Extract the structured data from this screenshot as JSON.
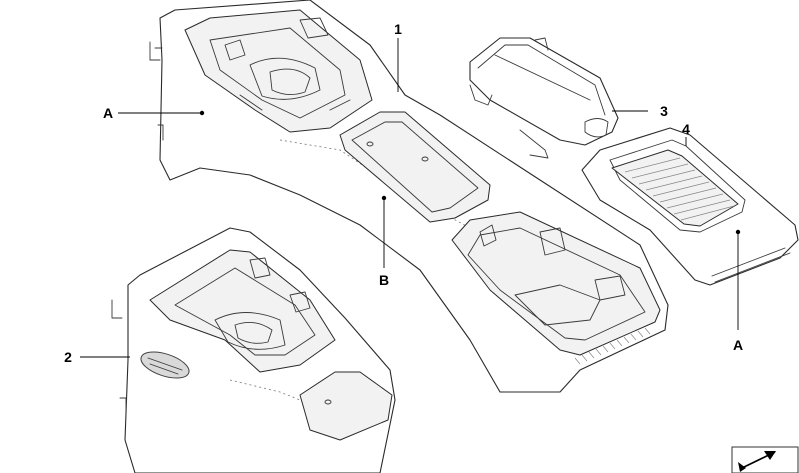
{
  "callouts": {
    "c1": "1",
    "c2": "2",
    "c3": "3",
    "c4": "4",
    "cA_left": "A",
    "cA_right": "A",
    "cB": "B"
  }
}
